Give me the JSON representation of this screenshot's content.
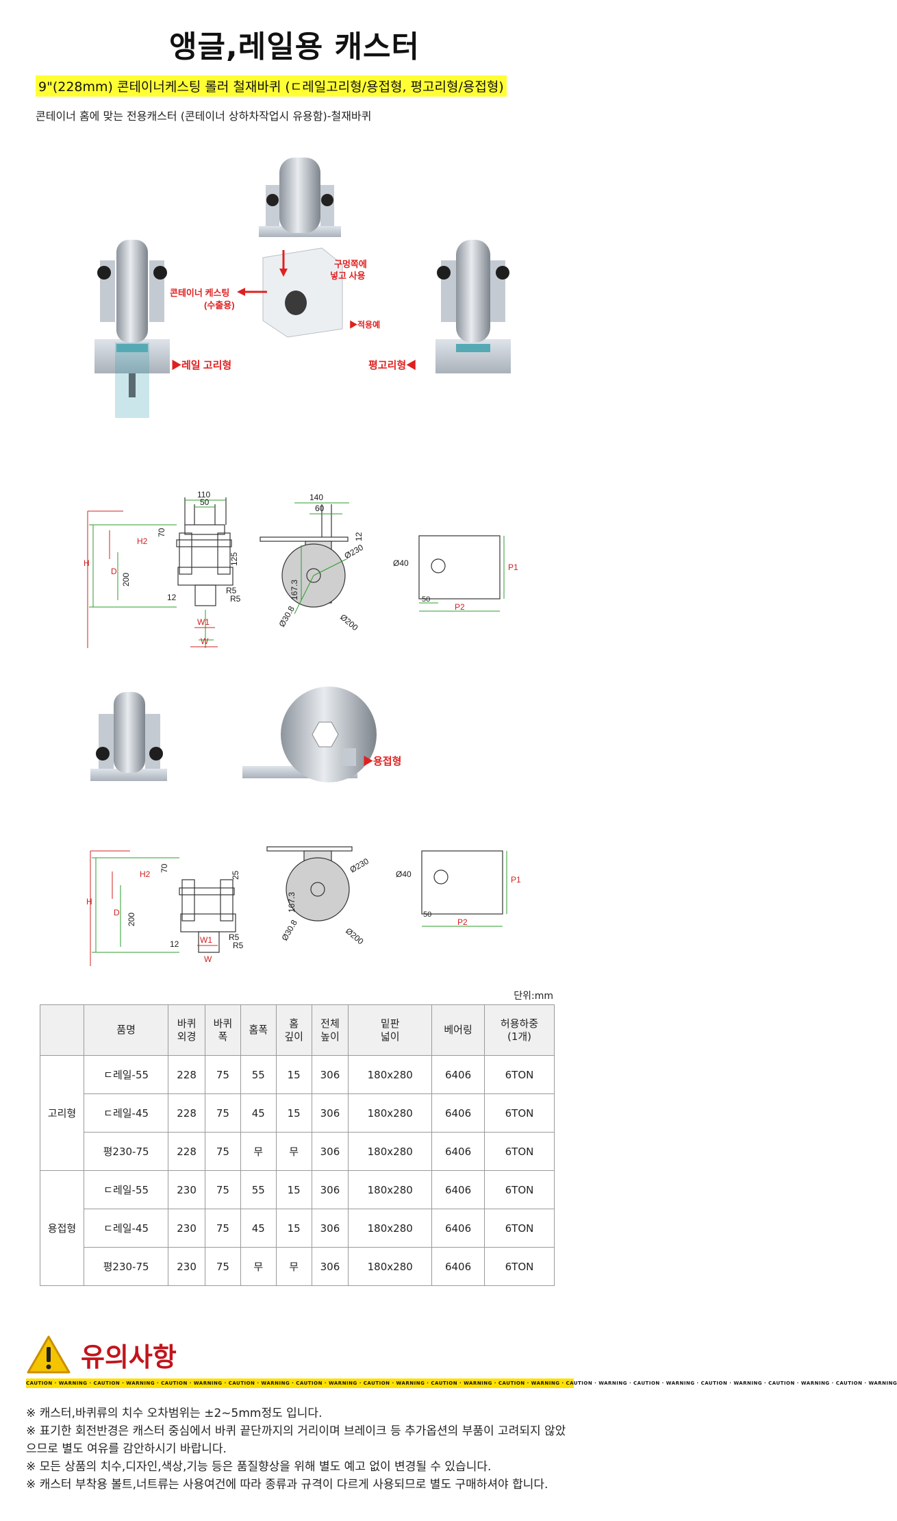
{
  "header": {
    "title": "앵글,레일용 캐스터",
    "subtitle": "9\"(228mm) 콘테이너케스팅 롤러 철재바퀴 (ㄷ레일고리형/용접형, 평고리형/용접형)",
    "description": "콘테이너 홈에 맞는 전용캐스터 (콘테이너 상하차작업시 유용함)-철재바퀴"
  },
  "photos": {
    "usage_label_1": "구멍쪽에",
    "usage_label_2": "넣고 사용",
    "container_label_1": "콘테이너 케스팅",
    "container_label_2": "(수출용)",
    "example_label": "▶적용예",
    "rail_hook_label": "▶레일 고리형",
    "flat_hook_label": "평고리형◀",
    "welded_label": "▶용접형"
  },
  "drawing1": {
    "w110": "110",
    "w50": "50",
    "h70": "70",
    "h2": "H2",
    "h125": "125",
    "h200": "200",
    "hH": "H",
    "hD": "D",
    "w12": "12",
    "r5a": "R5",
    "r5b": "R5",
    "w1": "W1",
    "w": "W",
    "s140": "140",
    "s60": "60",
    "s12": "12",
    "s1673": "167.3",
    "s230": "Ø230",
    "s308": "Ø30.8",
    "s200": "Ø200",
    "p40": "Ø40",
    "p1": "P1",
    "p2": "P2",
    "p50": "50"
  },
  "drawing2": {
    "h70": "70",
    "h2": "H2",
    "h25": "25",
    "h200": "200",
    "hH": "H",
    "hD": "D",
    "w12": "12",
    "r5a": "R5",
    "r5b": "R5",
    "w1": "W1",
    "w": "W",
    "s1673": "167.3",
    "s230": "Ø230",
    "s308": "Ø30.8",
    "s200": "Ø200",
    "p40": "Ø40",
    "p1": "P1",
    "p2": "P2",
    "p50": "50"
  },
  "spec": {
    "unit": "단위:mm",
    "headers": [
      "품명",
      "바퀴\n외경",
      "바퀴\n폭",
      "홈폭",
      "홈\n깊이",
      "전체\n높이",
      "밑판\n넓이",
      "베어링",
      "허용하중\n(1개)"
    ],
    "groups": [
      {
        "name": "고리형",
        "rows": [
          [
            "ㄷ레일-55",
            "228",
            "75",
            "55",
            "15",
            "306",
            "180x280",
            "6406",
            "6TON"
          ],
          [
            "ㄷ레일-45",
            "228",
            "75",
            "45",
            "15",
            "306",
            "180x280",
            "6406",
            "6TON"
          ],
          [
            "평230-75",
            "228",
            "75",
            "무",
            "무",
            "306",
            "180x280",
            "6406",
            "6TON"
          ]
        ]
      },
      {
        "name": "용접형",
        "rows": [
          [
            "ㄷ레일-55",
            "230",
            "75",
            "55",
            "15",
            "306",
            "180x280",
            "6406",
            "6TON"
          ],
          [
            "ㄷ레일-45",
            "230",
            "75",
            "45",
            "15",
            "306",
            "180x280",
            "6406",
            "6TON"
          ],
          [
            "평230-75",
            "230",
            "75",
            "무",
            "무",
            "306",
            "180x280",
            "6406",
            "6TON"
          ]
        ]
      }
    ]
  },
  "caution": {
    "title": "유의사항",
    "tape_text": "CAUTION · WARNING · CAUTION · WARNING · CAUTION · WARNING · CAUTION · WARNING · CAUTION · WARNING · CAUTION · WARNING · CAUTION · WARNING · CAUTION · WARNING · CAUTION · WARNING · CAUTION · WARNING · CAUTION · WARNING · CAUTION · WARNING · CAUTION · WARNING",
    "notes": [
      "※ 캐스터,바퀴류의 치수 오차범위는 ±2~5mm정도 입니다.",
      "※ 표기한 회전반경은 캐스터 중심에서 바퀴 끝단까지의 거리이며 브레이크 등 추가옵션의 부품이 고려되지 않았으므로 별도 여유를 감안하시기 바랍니다.",
      "※ 모든 상품의 치수,디자인,색상,기능 등은 품질향상을 위해 별도 예고 없이 변경될 수 있습니다.",
      "※ 캐스터 부착용 볼트,너트류는 사용여건에 따라 종류과 규격이 다르게 사용되므로 별도 구매하셔야 합니다."
    ]
  },
  "colors": {
    "accent_red": "#e02020",
    "highlight": "#ffff33",
    "caution_red": "#c0141c",
    "tape": "#ffe100"
  }
}
